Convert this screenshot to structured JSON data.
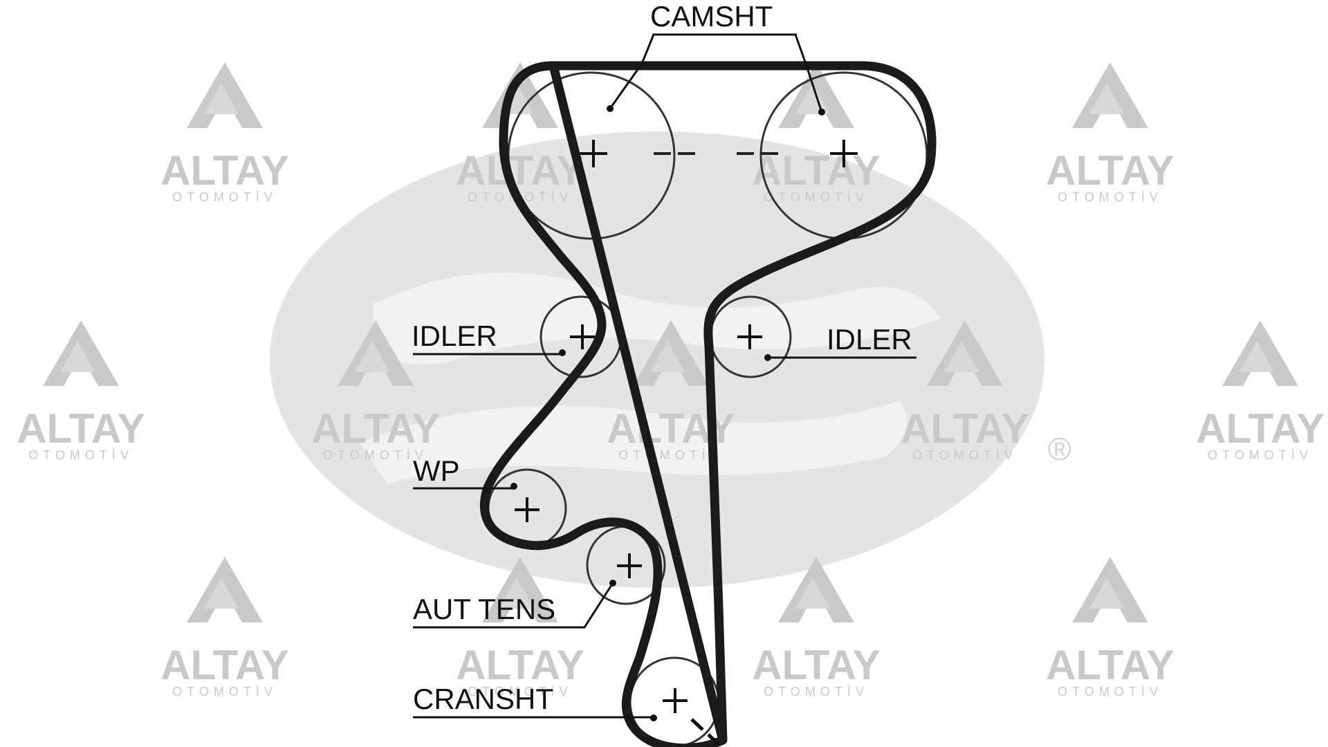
{
  "labels": {
    "camshaft": "CAMSHT",
    "idler_left": "IDLER",
    "idler_right": "IDLER",
    "water_pump": "WP",
    "auto_tensioner": "AUT TENS",
    "crankshaft": "CRANSHT"
  },
  "watermark": {
    "brand": "ALTAY",
    "tagline": "OTOMOTİV"
  },
  "brand_mark": {
    "registered": "®"
  },
  "colors": {
    "belt": "#1a1a1a",
    "pulley_outline": "#333333",
    "background_logo": "#e3e3e3",
    "watermark": "#c9c9c9"
  }
}
